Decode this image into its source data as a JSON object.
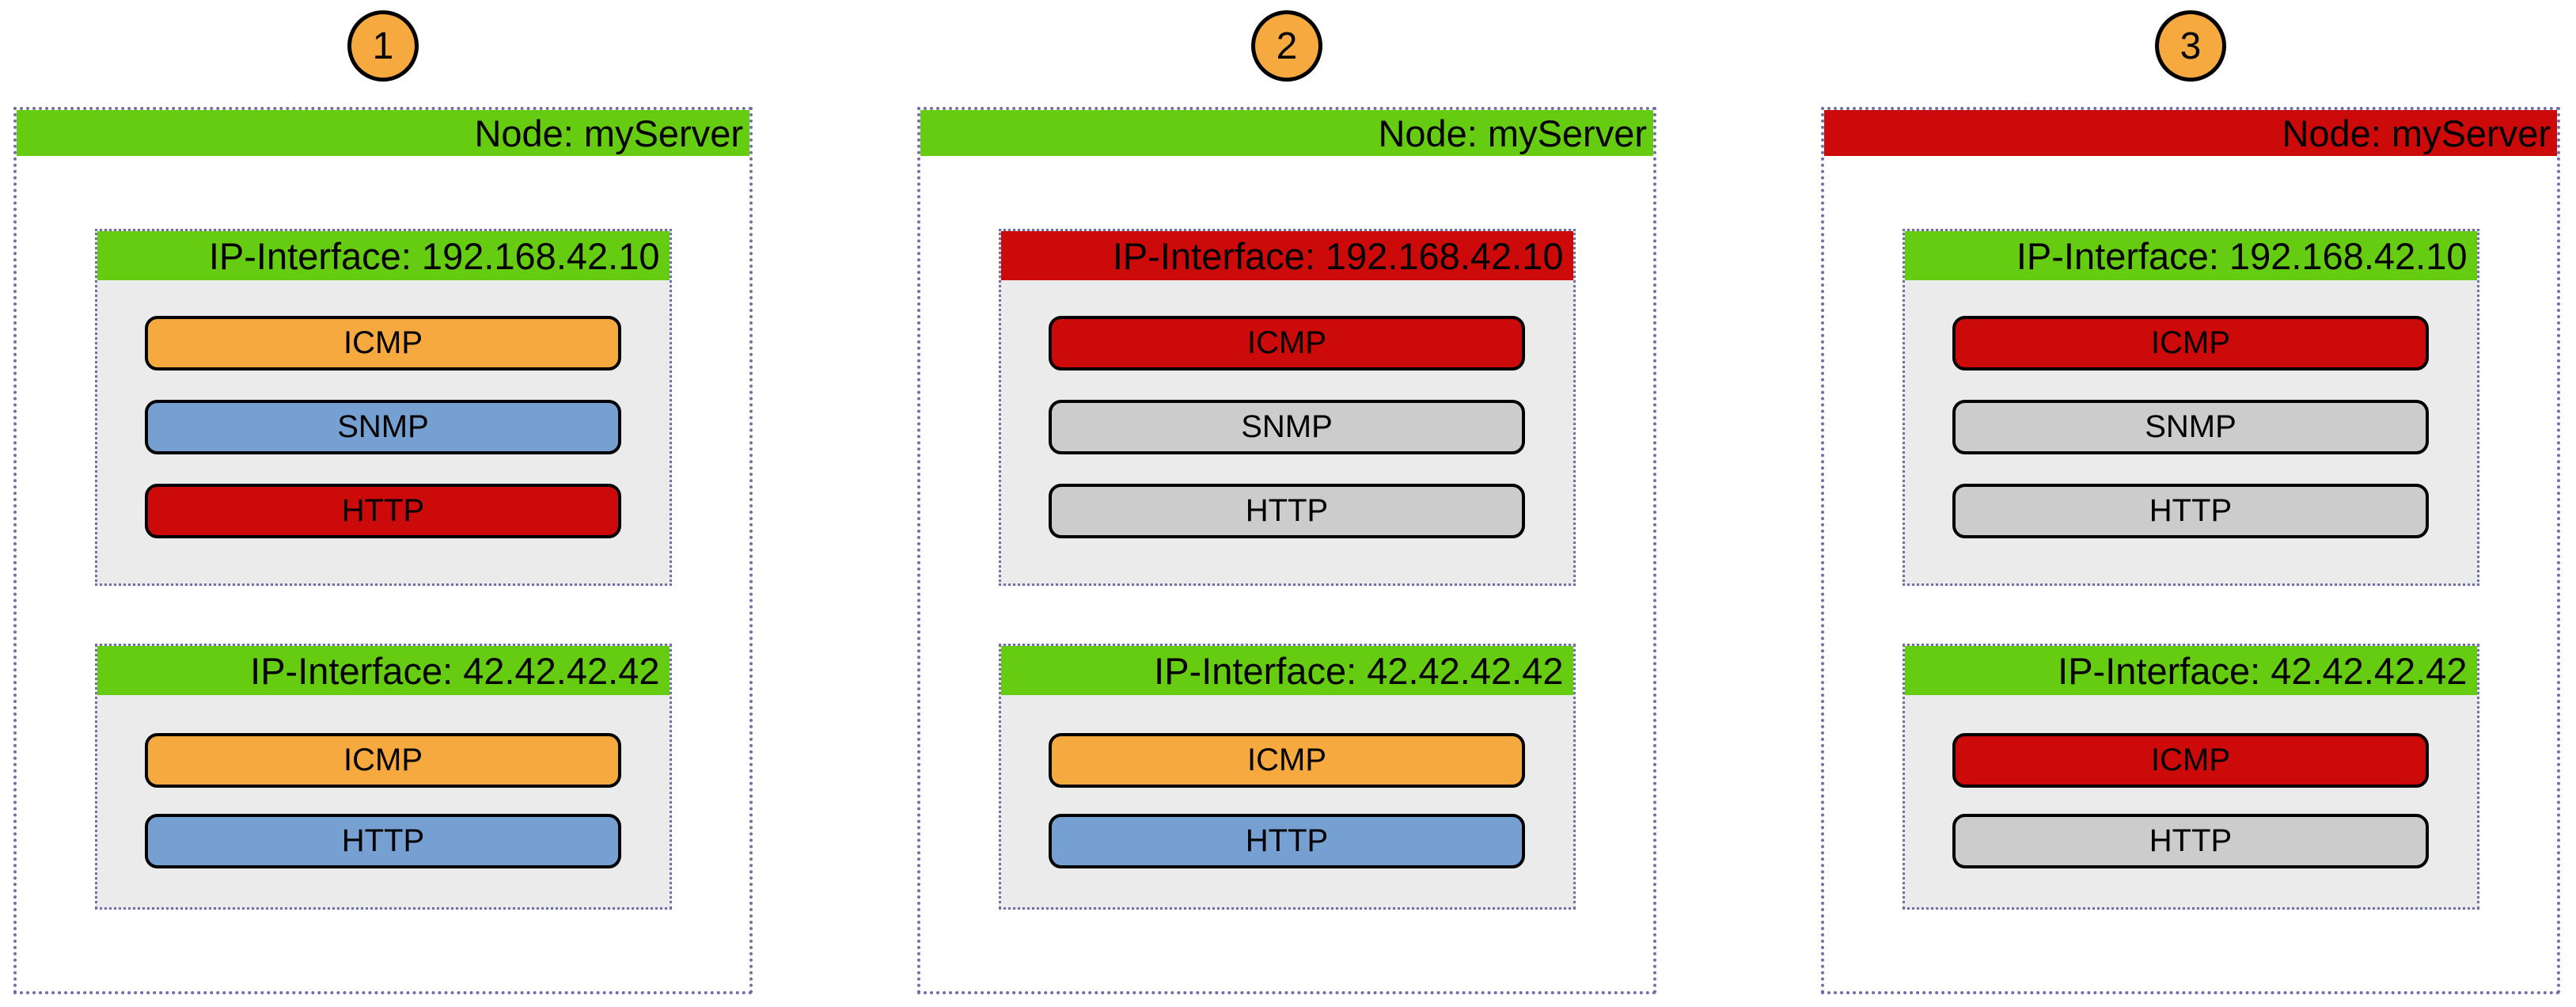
{
  "colors": {
    "green": "#66CC11",
    "red": "#CC0A0A",
    "orange": "#F5A93E",
    "blue": "#75A0D1",
    "gray": "#CCCCCC",
    "box_bg": "#EBEBEB",
    "panel_border": "#7070A8"
  },
  "panels": [
    {
      "badge_number": "1",
      "node": {
        "label": "Node: myServer",
        "status": "green"
      },
      "interfaces": [
        {
          "label": "IP-Interface: 192.168.42.10",
          "status": "green",
          "services": [
            {
              "label": "ICMP",
              "status": "orange"
            },
            {
              "label": "SNMP",
              "status": "blue"
            },
            {
              "label": "HTTP",
              "status": "red"
            }
          ]
        },
        {
          "label": "IP-Interface: 42.42.42.42",
          "status": "green",
          "services": [
            {
              "label": "ICMP",
              "status": "orange"
            },
            {
              "label": "HTTP",
              "status": "blue"
            }
          ]
        }
      ]
    },
    {
      "badge_number": "2",
      "node": {
        "label": "Node: myServer",
        "status": "green"
      },
      "interfaces": [
        {
          "label": "IP-Interface: 192.168.42.10",
          "status": "red",
          "services": [
            {
              "label": "ICMP",
              "status": "red"
            },
            {
              "label": "SNMP",
              "status": "gray"
            },
            {
              "label": "HTTP",
              "status": "gray"
            }
          ]
        },
        {
          "label": "IP-Interface: 42.42.42.42",
          "status": "green",
          "services": [
            {
              "label": "ICMP",
              "status": "orange"
            },
            {
              "label": "HTTP",
              "status": "blue"
            }
          ]
        }
      ]
    },
    {
      "badge_number": "3",
      "node": {
        "label": "Node: myServer",
        "status": "red"
      },
      "interfaces": [
        {
          "label": "IP-Interface: 192.168.42.10",
          "status": "green",
          "services": [
            {
              "label": "ICMP",
              "status": "red"
            },
            {
              "label": "SNMP",
              "status": "gray"
            },
            {
              "label": "HTTP",
              "status": "gray"
            }
          ]
        },
        {
          "label": "IP-Interface: 42.42.42.42",
          "status": "green",
          "services": [
            {
              "label": "ICMP",
              "status": "red"
            },
            {
              "label": "HTTP",
              "status": "gray"
            }
          ]
        }
      ]
    }
  ]
}
